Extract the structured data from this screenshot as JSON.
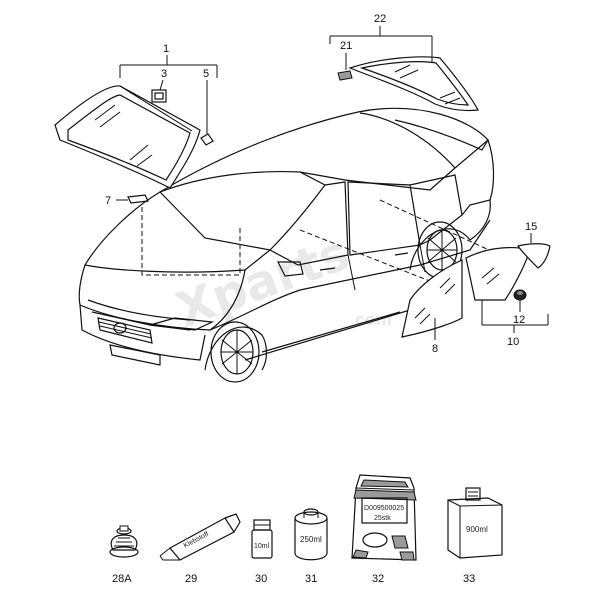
{
  "callouts": {
    "c1": "1",
    "c3": "3",
    "c5": "5",
    "c7": "7",
    "c8": "8",
    "c10": "10",
    "c12": "12",
    "c15": "15",
    "c21": "21",
    "c22": "22",
    "c28a": "28A",
    "c29": "29",
    "c30": "30",
    "c31": "31",
    "c32": "32",
    "c33": "33"
  },
  "package_labels": {
    "tube": "Klebstoff",
    "small_bottle": "10ml",
    "can": "250ml",
    "bag_line1": "D009500025",
    "bag_line2": "25stk",
    "box": "900ml"
  },
  "watermark": {
    "line1": "Xparts",
    "line2": "com"
  }
}
